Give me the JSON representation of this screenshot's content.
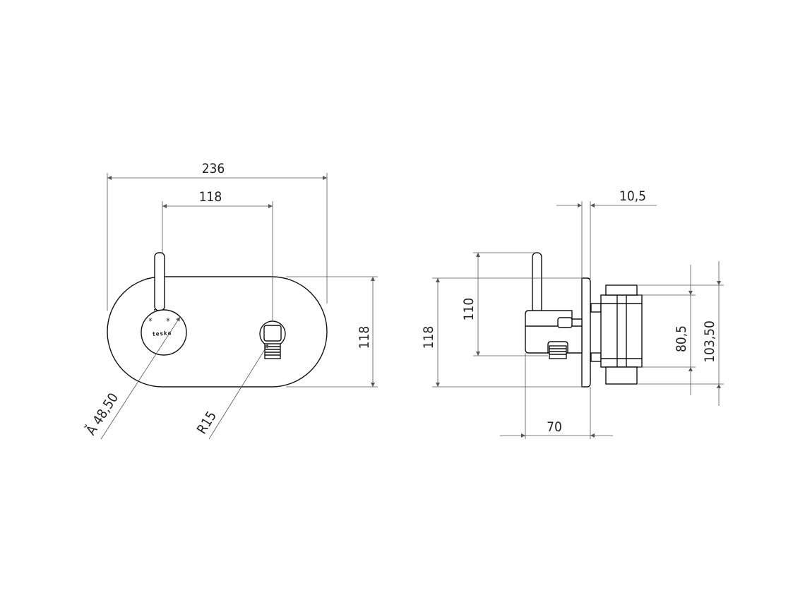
{
  "front_view": {
    "overall_width": "236",
    "handle_spacing": "118",
    "height": "118",
    "handle_diameter": "Ă 48,50",
    "outlet_radius": "R15",
    "brand_logo": "teska",
    "hot_cold_symbols": [
      "*",
      "*"
    ]
  },
  "side_view": {
    "plate_thickness": "10,5",
    "height": "118",
    "lever_height": "110",
    "projection": "70",
    "box_height": "80,5",
    "box_total_height": "103,50"
  },
  "colors": {
    "line": "#111111",
    "dimension": "#555555",
    "background": "#ffffff"
  }
}
